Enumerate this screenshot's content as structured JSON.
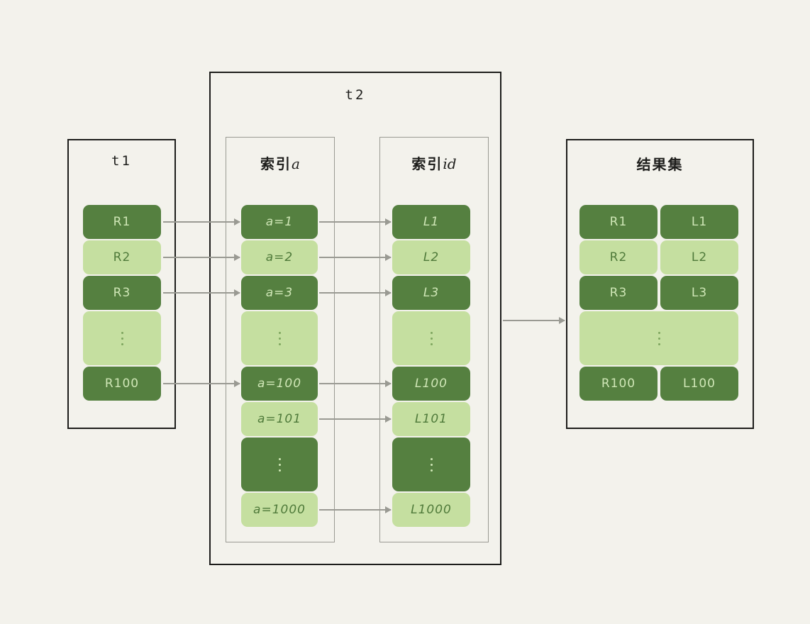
{
  "diagram": {
    "title_t1": "t1",
    "title_t2": "t2",
    "title_index_a_cjk": "索引",
    "title_index_a_lat": "a",
    "title_index_id_cjk": "索引",
    "title_index_id_lat": "id",
    "title_result": "结果集"
  },
  "t1": {
    "rows": [
      {
        "label": "R1",
        "shade": "dark",
        "ellipsis": false
      },
      {
        "label": "R2",
        "shade": "light",
        "ellipsis": false
      },
      {
        "label": "R3",
        "shade": "dark",
        "ellipsis": false
      },
      {
        "label": "",
        "shade": "light",
        "ellipsis": true
      },
      {
        "label": "R100",
        "shade": "dark",
        "ellipsis": false
      }
    ]
  },
  "index_a": {
    "rows": [
      {
        "label": "a=1",
        "shade": "dark",
        "ellipsis": false
      },
      {
        "label": "a=2",
        "shade": "light",
        "ellipsis": false
      },
      {
        "label": "a=3",
        "shade": "dark",
        "ellipsis": false
      },
      {
        "label": "",
        "shade": "light",
        "ellipsis": true
      },
      {
        "label": "a=100",
        "shade": "dark",
        "ellipsis": false
      },
      {
        "label": "a=101",
        "shade": "light",
        "ellipsis": false
      },
      {
        "label": "",
        "shade": "dark",
        "ellipsis": true
      },
      {
        "label": "a=1000",
        "shade": "light",
        "ellipsis": false
      }
    ]
  },
  "index_id": {
    "rows": [
      {
        "label": "L1",
        "shade": "dark",
        "ellipsis": false
      },
      {
        "label": "L2",
        "shade": "light",
        "ellipsis": false
      },
      {
        "label": "L3",
        "shade": "dark",
        "ellipsis": false
      },
      {
        "label": "",
        "shade": "light",
        "ellipsis": true
      },
      {
        "label": "L100",
        "shade": "dark",
        "ellipsis": false
      },
      {
        "label": "L101",
        "shade": "light",
        "ellipsis": false
      },
      {
        "label": "",
        "shade": "dark",
        "ellipsis": true
      },
      {
        "label": "L1000",
        "shade": "light",
        "ellipsis": false
      }
    ]
  },
  "result_set": {
    "rows": [
      {
        "left": "R1",
        "right": "L1",
        "shade": "dark",
        "ellipsis": false
      },
      {
        "left": "R2",
        "right": "L2",
        "shade": "light",
        "ellipsis": false
      },
      {
        "left": "R3",
        "right": "L3",
        "shade": "dark",
        "ellipsis": false
      },
      {
        "left": "",
        "right": "",
        "shade": "light",
        "ellipsis": true
      },
      {
        "left": "R100",
        "right": "L100",
        "shade": "dark",
        "ellipsis": false
      }
    ]
  },
  "colors": {
    "background": "#f3f2ec",
    "dark_green": "#558040",
    "light_green": "#c5dfa0",
    "dark_text": "#cfe6b6",
    "light_text": "#4f7a3a",
    "frame": "#1d1d1b",
    "subframe": "#9a9a93",
    "arrow": "#9a9a93"
  }
}
